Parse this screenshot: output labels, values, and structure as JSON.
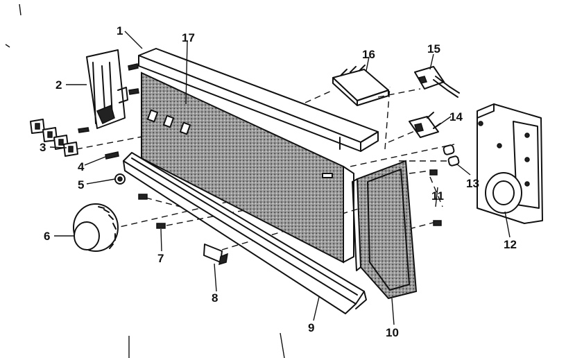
{
  "parts": [
    {
      "id": "part-1",
      "label": "1"
    },
    {
      "id": "part-2",
      "label": "2"
    },
    {
      "id": "part-3",
      "label": "3"
    },
    {
      "id": "part-4",
      "label": "4"
    },
    {
      "id": "part-5",
      "label": "5"
    },
    {
      "id": "part-6",
      "label": "6"
    },
    {
      "id": "part-7",
      "label": "7"
    },
    {
      "id": "part-8",
      "label": "8"
    },
    {
      "id": "part-9",
      "label": "9"
    },
    {
      "id": "part-10",
      "label": "10"
    },
    {
      "id": "part-11",
      "label": "11"
    },
    {
      "id": "part-12",
      "label": "12"
    },
    {
      "id": "part-13",
      "label": "13"
    },
    {
      "id": "part-14",
      "label": "14"
    },
    {
      "id": "part-15",
      "label": "15"
    },
    {
      "id": "part-16",
      "label": "16"
    },
    {
      "id": "part-17",
      "label": "17"
    }
  ]
}
